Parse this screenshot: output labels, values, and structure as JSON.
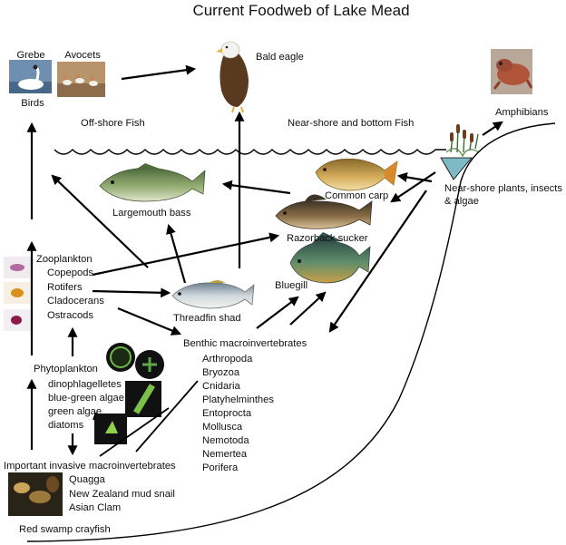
{
  "title": "Current Foodweb of Lake Mead",
  "birds": {
    "grebe": "Grebe",
    "avocets": "Avocets",
    "group": "Birds",
    "eagle": "Bald eagle"
  },
  "amphibians": "Amphibians",
  "zones": {
    "offshore": "Off-shore Fish",
    "nearshore": "Near-shore and bottom  Fish"
  },
  "fish": {
    "bass": "Largemouth bass",
    "carp": "Common carp",
    "sucker": "Razorback sucker",
    "bluegill": "Bluegill",
    "shad": "Threadfin shad"
  },
  "plants": [
    "Near-shore plants, insects",
    "& algae"
  ],
  "zooplankton": {
    "header": "Zooplankton",
    "items": [
      "Copepods",
      "Rotifers",
      "Cladocerans",
      "Ostracods"
    ]
  },
  "phytoplankton": {
    "header": "Phytoplankton",
    "items": [
      "dinophlagelletes",
      "blue-green algae",
      "green algae",
      "diatoms"
    ]
  },
  "benthic": {
    "header": "Benthic macroinvertebrates",
    "items": [
      "Arthropoda",
      "Bryozoa",
      "Cnidaria",
      "Platyhelminthes",
      "Entoprocta",
      "Mollusca",
      "Nemotoda",
      "Nemertea",
      "Porifera"
    ]
  },
  "invasive": {
    "header": "Important invasive macroinvertebrates",
    "items": [
      "Quagga",
      "New Zealand mud snail",
      "Asian Clam"
    ]
  },
  "crayfish": "Red swamp crayfish",
  "colors": {
    "line": "#000000",
    "fish_green": "#6f8a52",
    "carp_orange": "#d98a2a",
    "eagle_brown": "#5a3a1e",
    "toad": "#b0553a"
  }
}
